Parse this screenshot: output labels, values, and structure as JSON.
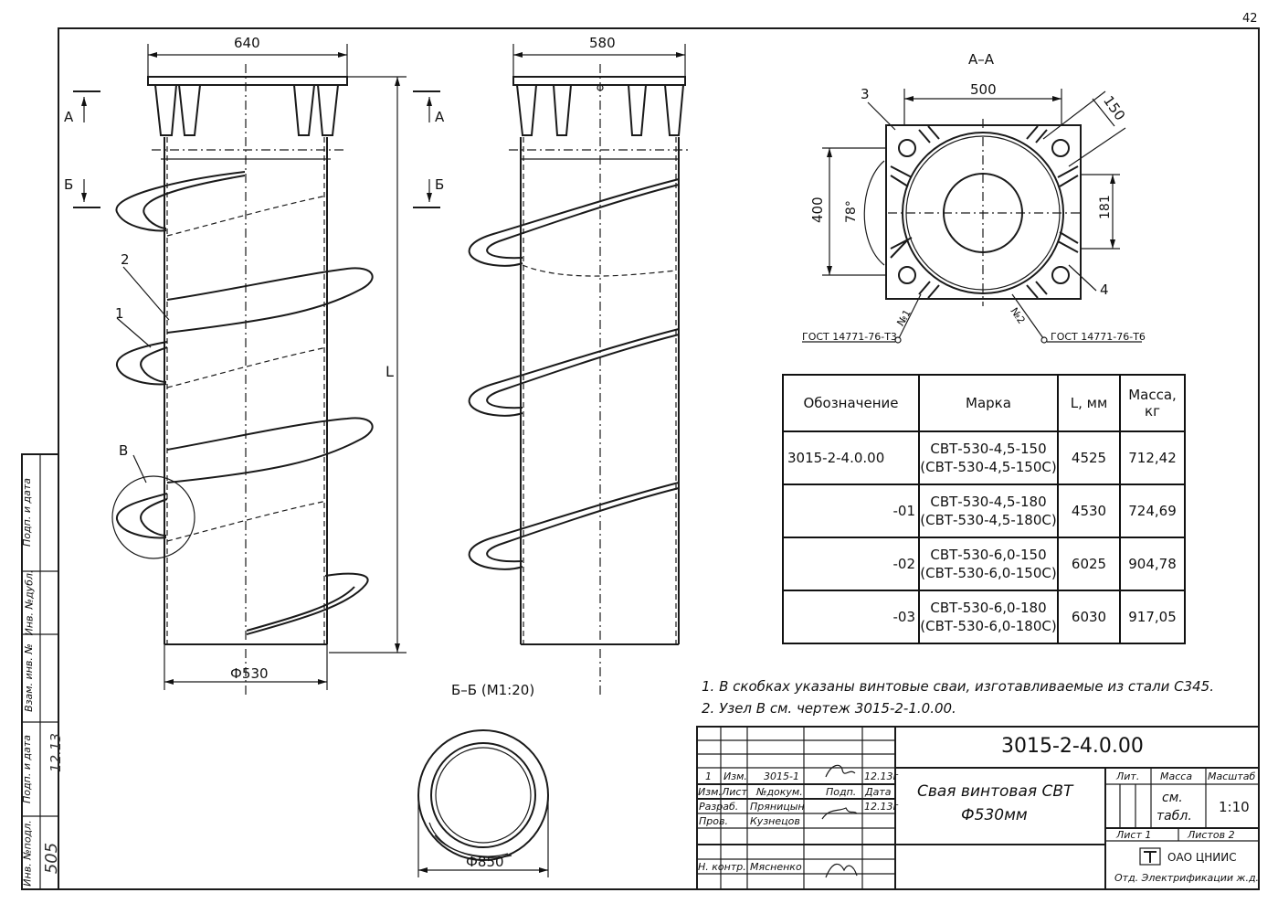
{
  "page_number": "42",
  "views": {
    "front": {
      "dim_top": "640",
      "dim_bottom": "Ф530",
      "dim_length": "L",
      "section_a": "А",
      "section_b": "Б",
      "callouts": [
        "2",
        "1",
        "В"
      ]
    },
    "side": {
      "dim_top": "580"
    },
    "section_aa": {
      "title": "А–А",
      "dim_500": "500",
      "dim_150": "150",
      "dim_400": "400",
      "dim_78": "78°",
      "dim_181": "181",
      "callout_3": "3",
      "callout_4": "4",
      "weld_1": "№1",
      "weld_2": "№2",
      "gost_left": "ГОСТ 14771-76-Т3",
      "gost_right": "ГОСТ 14771-76-Т6"
    },
    "section_bb": {
      "title": "Б–Б (М1:20)",
      "dim": "Ф850"
    }
  },
  "spec_table": {
    "headers": [
      "Обозначение",
      "Марка",
      "L, мм",
      "Масса, кг"
    ],
    "rows": [
      {
        "designation": "3015-2-4.0.00",
        "mark_1": "СВТ-530-4,5-150",
        "mark_2": "(СВТ-530-4,5-150С)",
        "length": "4525",
        "mass": "712,42"
      },
      {
        "designation": "-01",
        "mark_1": "СВТ-530-4,5-180",
        "mark_2": "(СВТ-530-4,5-180С)",
        "length": "4530",
        "mass": "724,69"
      },
      {
        "designation": "-02",
        "mark_1": "СВТ-530-6,0-150",
        "mark_2": "(СВТ-530-6,0-150С)",
        "length": "6025",
        "mass": "904,78"
      },
      {
        "designation": "-03",
        "mark_1": "СВТ-530-6,0-180",
        "mark_2": "(СВТ-530-6,0-180С)",
        "length": "6030",
        "mass": "917,05"
      }
    ]
  },
  "notes": [
    "1. В скобках указаны винтовые сваи, изготавливаемые из стали С345.",
    "2. Узел В см. чертеж 3015-2-1.0.00."
  ],
  "title_block": {
    "doc_number": "3015-2-4.0.00",
    "title_line_1": "Свая винтовая СВТ",
    "title_line_2": "Ф530мм",
    "change_no": "1",
    "change_label": "Изм.",
    "change_doc": "3015-1",
    "change_date": "12.13г",
    "col_izm": "Изм.",
    "col_list": "Лист",
    "col_docnum": "№докум.",
    "col_sign": "Подп.",
    "col_date": "Дата",
    "role_dev": "Разраб.",
    "name_dev": "Пряницын",
    "date_dev": "12.13г",
    "role_check": "Пров.",
    "name_check": "Кузнецов",
    "role_norm": "Н. контр.",
    "name_norm": "Мясненко",
    "lit_label": "Лит.",
    "mass_label": "Масса",
    "scale_label": "Масштаб",
    "mass_value_1": "см.",
    "mass_value_2": "табл.",
    "scale_value": "1:10",
    "sheet_label": "Лист 1",
    "sheets_label": "Листов 2",
    "org_name": "ОАО ЦНИИС",
    "org_dept": "Отд. Электрификации ж.д."
  },
  "side_stamp": {
    "podp_data_1": "Подп. и дата",
    "inv_dubl": "Инв. №дубл.",
    "vzam_inv": "Взам. инв. №",
    "podp_data_2": "Подп. и дата",
    "inv_podl": "Инв. №подл.",
    "inv_value": "505",
    "date_value": "12.13"
  }
}
